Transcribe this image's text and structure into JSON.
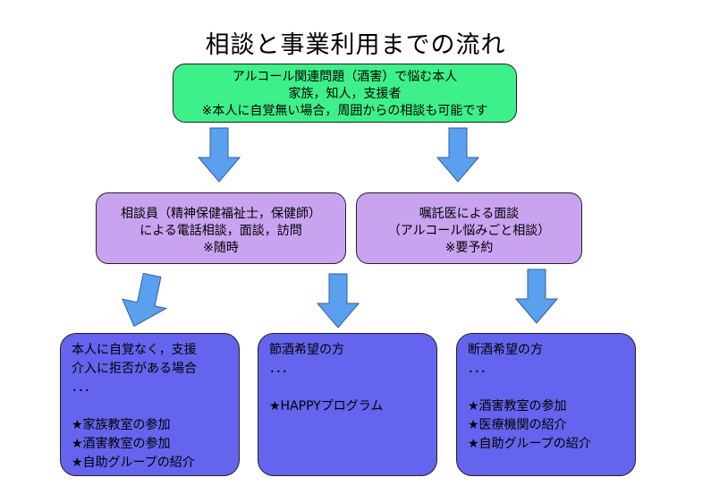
{
  "title": "相談と事業利用までの流れ",
  "top_box": {
    "lines": [
      "アルコール関連問題（酒害）で悩む本人",
      "家族，知人，支援者",
      "※本人に自覚無い場合，周囲からの相談も可能です"
    ]
  },
  "mid_left": {
    "lines": [
      "相談員（精神保健福祉士，保健師）",
      "による電話相談，面談，訪問",
      "※随時"
    ]
  },
  "mid_right": {
    "lines": [
      "嘱託医による面談",
      "（アルコール悩みごと相談）",
      "※要予約"
    ]
  },
  "bottom_boxes": [
    {
      "lines": [
        "本人に自覚なく，支援",
        "介入に拒否がある場合",
        "．．．",
        "",
        "★家族教室の参加",
        "★酒害教室の参加",
        "★自助グループの紹介"
      ]
    },
    {
      "lines": [
        "節酒希望の方",
        "．．．",
        "",
        "★HAPPYプログラム"
      ]
    },
    {
      "lines": [
        "断酒希望の方",
        "．．．",
        "",
        "★酒害教室の参加",
        "★医療機関の紹介",
        "★自助グループの紹介"
      ]
    }
  ],
  "colors": {
    "top_box": "#3df08a",
    "mid_box": "#c9a3f0",
    "bottom_box": "#6464ee",
    "arrow": "#5aa0ee"
  }
}
